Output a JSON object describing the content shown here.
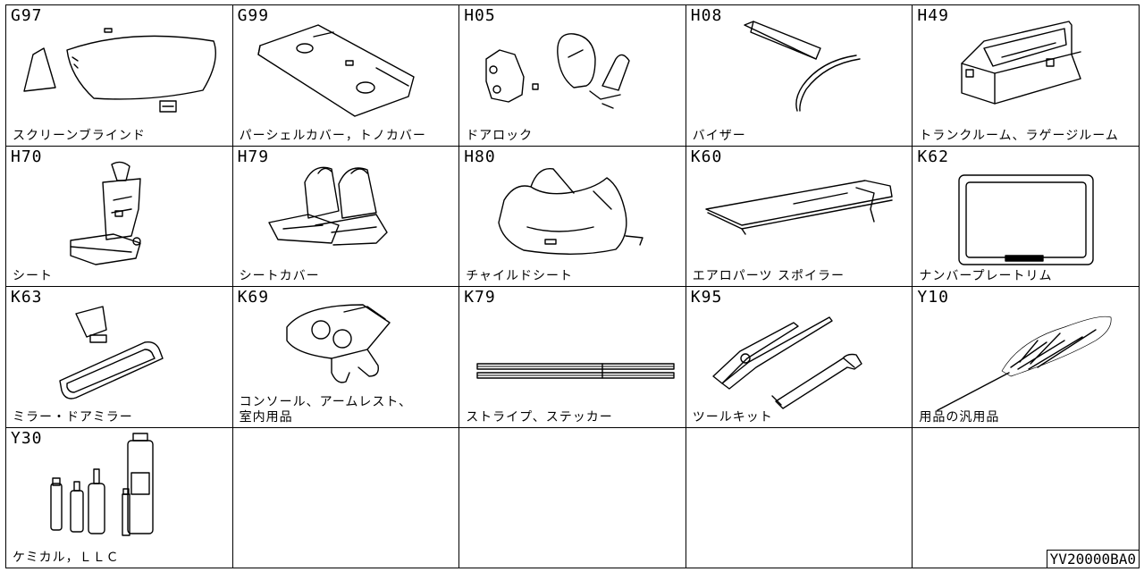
{
  "drawing_id": "YV20000BA0",
  "categories": [
    {
      "code": "G97",
      "label": "スクリーンブラインド",
      "icon": "windshield-shade-icon"
    },
    {
      "code": "G99",
      "label": "パーシェルカバー，トノカバー",
      "icon": "rear-parcel-shelf-icon"
    },
    {
      "code": "H05",
      "label": "ドアロック",
      "icon": "steering-lock-icon"
    },
    {
      "code": "H08",
      "label": "バイザー",
      "icon": "visor-icon"
    },
    {
      "code": "H49",
      "label": "トランクルーム、ラゲージルーム",
      "icon": "trunk-box-icon"
    },
    {
      "code": "H70",
      "label": "シート",
      "icon": "car-seat-icon"
    },
    {
      "code": "H79",
      "label": "シートカバー",
      "icon": "seat-cover-icon"
    },
    {
      "code": "H80",
      "label": "チャイルドシート",
      "icon": "child-booster-seat-icon"
    },
    {
      "code": "K60",
      "label": "エアロパーツ スポイラー",
      "icon": "rear-spoiler-icon"
    },
    {
      "code": "K62",
      "label": "ナンバープレートリム",
      "icon": "license-plate-frame-icon"
    },
    {
      "code": "K63",
      "label": "ミラー・ドアミラー",
      "icon": "rearview-mirror-icon"
    },
    {
      "code": "K69",
      "label": "コンソール、アームレスト、\n室内用品",
      "icon": "console-box-icon"
    },
    {
      "code": "K79",
      "label": "ストライプ、ステッカー",
      "icon": "stripe-sticker-icon"
    },
    {
      "code": "K95",
      "label": "ツールキット",
      "icon": "pliers-wrench-icon"
    },
    {
      "code": "Y10",
      "label": "用品の汎用品",
      "icon": "feather-duster-icon"
    },
    {
      "code": "Y30",
      "label": "ケミカル，ＬＬＣ",
      "icon": "chemical-bottles-icon"
    },
    {
      "code": "",
      "label": "",
      "icon": ""
    },
    {
      "code": "",
      "label": "",
      "icon": ""
    },
    {
      "code": "",
      "label": "",
      "icon": ""
    },
    {
      "code": "",
      "label": "",
      "icon": ""
    }
  ]
}
